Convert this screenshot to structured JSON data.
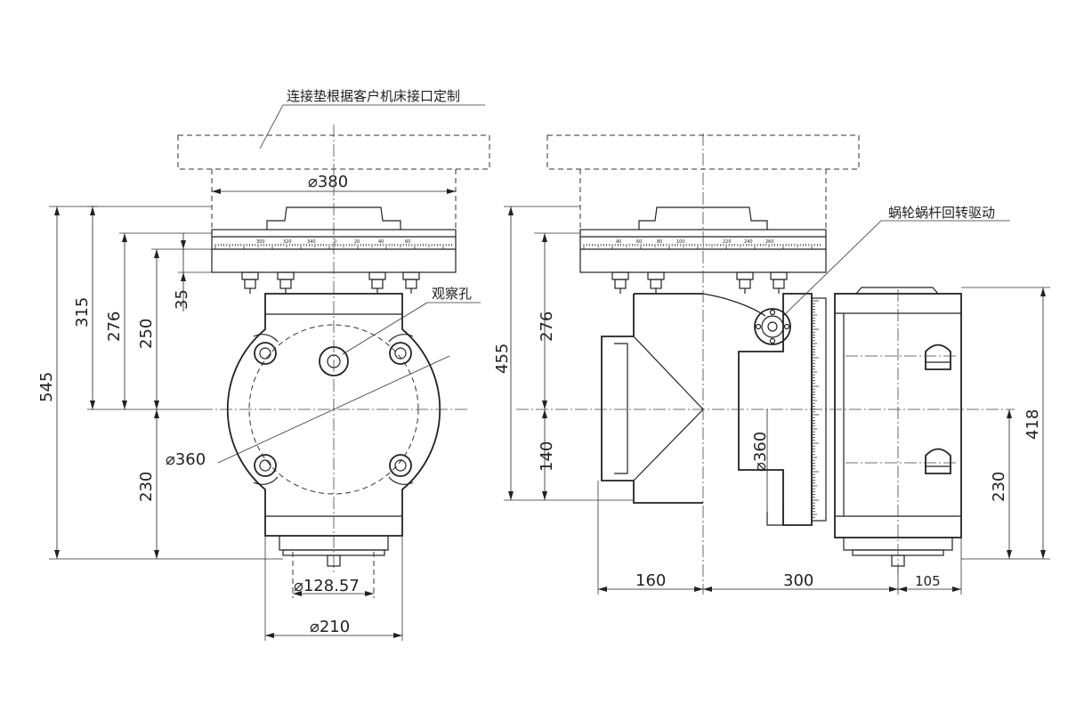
{
  "notes": {
    "adapter_pad": "连接垫根据客户机床接口定制",
    "inspection_hole": "观察孔",
    "worm_drive": "蜗轮蜗杆回转驱动"
  },
  "dimensions": {
    "d380": "⌀380",
    "d360_front": "⌀360",
    "d128": "⌀128.57",
    "d210": "⌀210",
    "h545": "545",
    "h315": "315",
    "h276_front": "276",
    "h250": "250",
    "h35": "35",
    "h230_front": "230",
    "h455": "455",
    "h276_side": "276",
    "h140": "140",
    "d360_side": "⌀360",
    "h418": "418",
    "h230_side": "230",
    "w160": "160",
    "w300": "300",
    "w105": "105"
  },
  "scale_labels_front": [
    "300",
    "320",
    "340",
    "0",
    "20",
    "40",
    "60"
  ],
  "scale_labels_side": [
    "40",
    "60",
    "80",
    "100",
    "220",
    "240",
    "260"
  ]
}
